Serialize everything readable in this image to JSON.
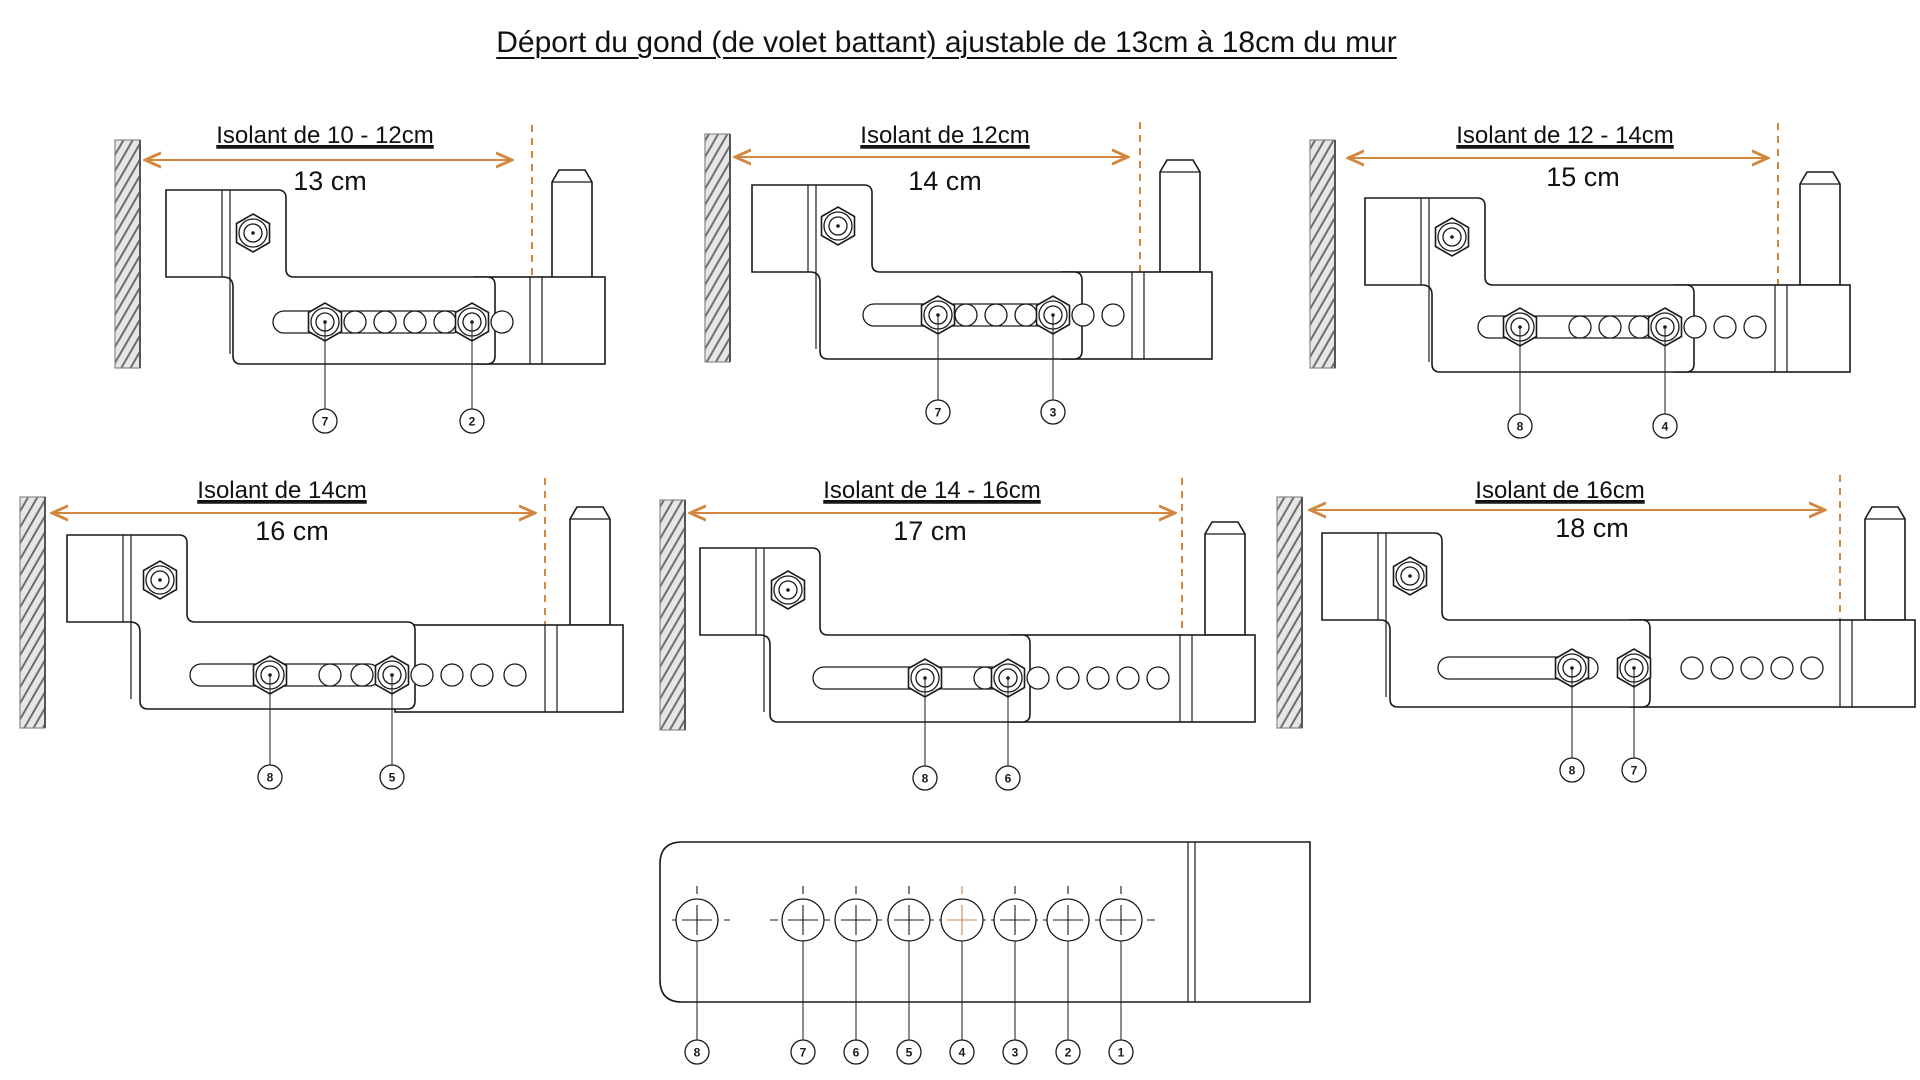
{
  "title": "Déport du gond (de volet battant) ajustable de 13cm à 18cm du mur",
  "colors": {
    "accent_orange": "#d2873f",
    "line": "#1a1a1a",
    "wall_hatch": "#7a7a7a"
  },
  "configurations": [
    {
      "insulation": "Isolant de 10 - 12cm",
      "distance": "13 cm",
      "left_position": "7",
      "right_position": "2"
    },
    {
      "insulation": "Isolant de 12cm",
      "distance": "14 cm",
      "left_position": "7",
      "right_position": "3"
    },
    {
      "insulation": "Isolant de 12 - 14cm",
      "distance": "15 cm",
      "left_position": "8",
      "right_position": "4"
    },
    {
      "insulation": "Isolant de 14cm",
      "distance": "16 cm",
      "left_position": "8",
      "right_position": "5"
    },
    {
      "insulation": "Isolant de 14 - 16cm",
      "distance": "17 cm",
      "left_position": "8",
      "right_position": "6"
    },
    {
      "insulation": "Isolant de 16cm",
      "distance": "18 cm",
      "left_position": "8",
      "right_position": "7"
    }
  ],
  "reference_plate": {
    "hole_labels": [
      "8",
      "7",
      "6",
      "5",
      "4",
      "3",
      "2",
      "1"
    ],
    "highlighted_hole": "4"
  }
}
